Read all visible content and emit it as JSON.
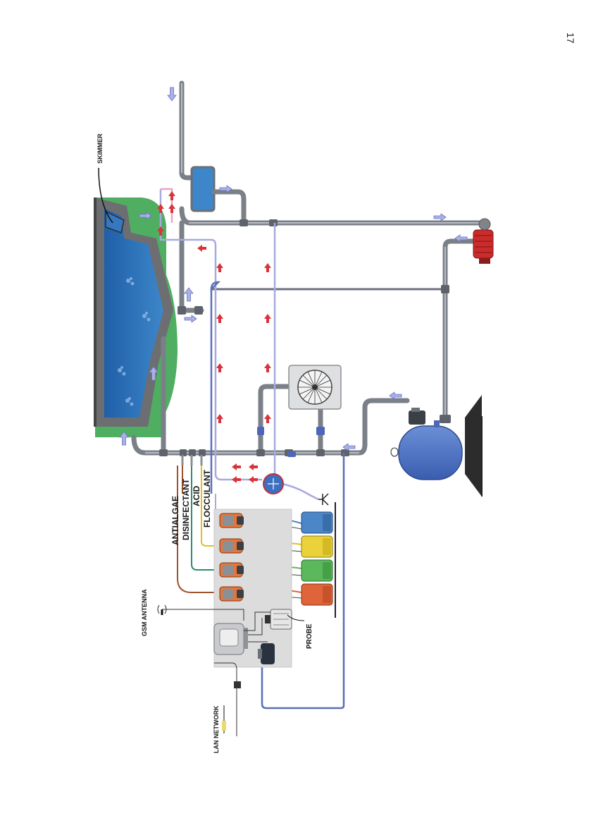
{
  "page": {
    "number": "17"
  },
  "labels": {
    "skimmer": "SKIMMER",
    "antialgae": "ANTIALGAE",
    "disinfectant": "DISINFECTANT",
    "acid": "ACID",
    "flocculant": "FLOCCULANT",
    "gsm_antenna": "GSM ANTENNA",
    "probe": "PROBE",
    "lan_network": "LAN NETWORK"
  },
  "colors": {
    "pool_water": "#2a6fb8",
    "pool_wall": "#6c6e72",
    "lawn": "#4fae61",
    "pipe": "#7b8088",
    "flow_red": "#d8343a",
    "flow_blue": "#8c94d6",
    "antialgae_line": "#a0522d",
    "disinfectant_line": "#2e8b6e",
    "acid_line": "#e0c21c",
    "flocculant_line": "#a8a9df",
    "tank_blue": "#4a86c8",
    "tank_yellow": "#ecd23a",
    "tank_green": "#5cb85c",
    "tank_orange": "#e0643a",
    "pump_red": "#cc2b2b",
    "filter_blue": "#4a6ec0"
  },
  "icons": [
    "heat-exchanger-icon",
    "dosing-pump-icon",
    "chemical-tank-icon",
    "controller-icon",
    "antenna-icon",
    "probe-icon",
    "flow-arrow-icon"
  ]
}
